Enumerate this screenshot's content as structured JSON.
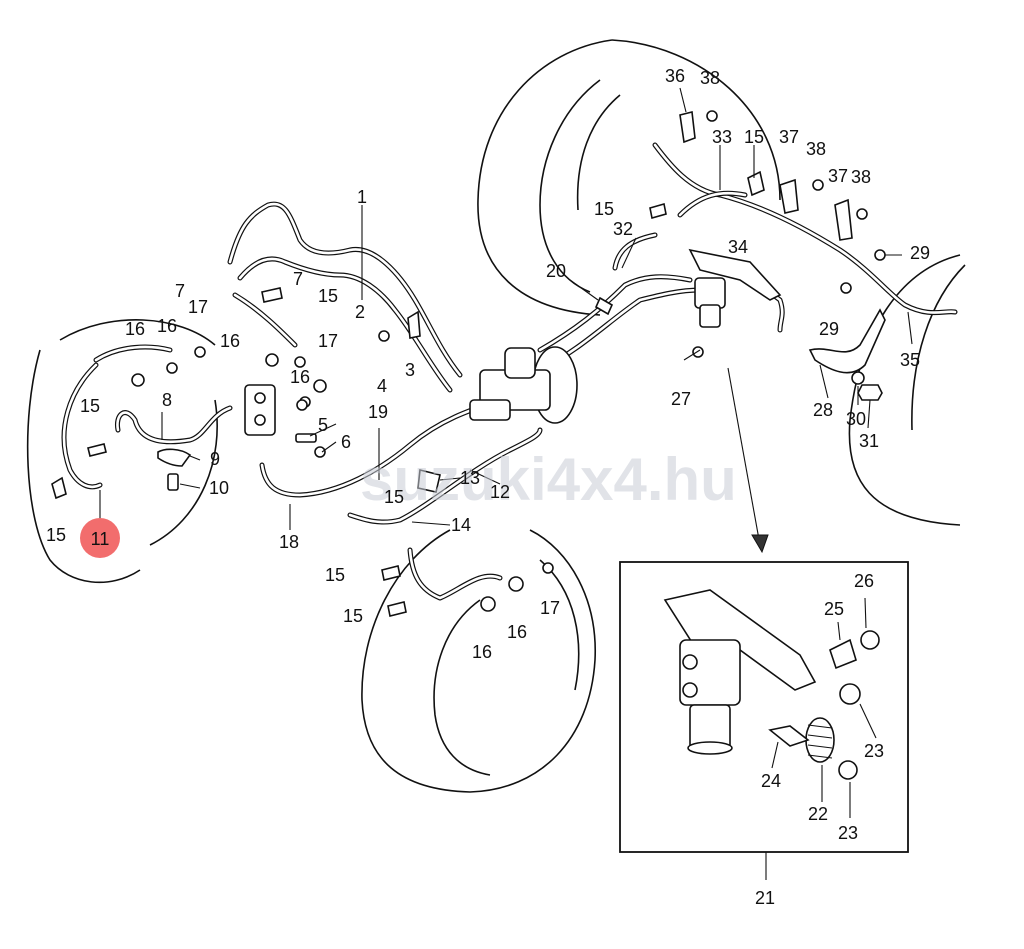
{
  "watermark": "suzuki4x4.hu",
  "highlight": {
    "label": "11",
    "color": "#f26d6d"
  },
  "labels": {
    "p1": "1",
    "p2": "2",
    "p3": "3",
    "p4": "4",
    "p5": "5",
    "p6": "6",
    "p7a": "7",
    "p7b": "7",
    "p8": "8",
    "p9": "9",
    "p10": "10",
    "p12": "12",
    "p13": "13",
    "p14": "14",
    "p15a": "15",
    "p15b": "15",
    "p15c": "15",
    "p15d": "15",
    "p15e": "15",
    "p15f": "15",
    "p15g": "15",
    "p15h": "15",
    "p16a": "16",
    "p16b": "16",
    "p16c": "16",
    "p16d": "16",
    "p16e": "16",
    "p16f": "16",
    "p17a": "17",
    "p17b": "17",
    "p17c": "17",
    "p18": "18",
    "p19": "19",
    "p20": "20",
    "p21": "21",
    "p22": "22",
    "p23a": "23",
    "p23b": "23",
    "p24": "24",
    "p25": "25",
    "p26": "26",
    "p27": "27",
    "p28": "28",
    "p29a": "29",
    "p29b": "29",
    "p30": "30",
    "p31": "31",
    "p32": "32",
    "p33": "33",
    "p34": "34",
    "p35": "35",
    "p36": "36",
    "p37a": "37",
    "p37b": "37",
    "p38a": "38",
    "p38b": "38",
    "p38c": "38"
  }
}
